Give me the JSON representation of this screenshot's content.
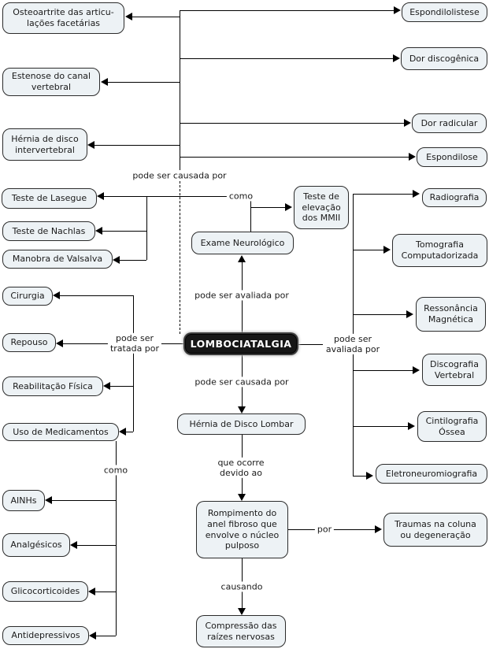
{
  "diagram_title": "LOMBOCIATALGIA",
  "nodes": {
    "lombociatalgia": "LOMBOCIATALGIA",
    "osteoartrite": "Osteoartrite das articu-\nlações facetárias",
    "estenose": "Estenose do canal\nvertebral",
    "hernia_intervertebral": "Hérnia de disco\nintervertebral",
    "espondilolistese": "Espondilolistese",
    "dor_discogenica": "Dor discogênica",
    "dor_radicular": "Dor radicular",
    "espondilose": "Espondilose",
    "teste_lasegue": "Teste de Lasegue",
    "teste_nachlas": "Teste de Nachlas",
    "manobra_valsalva": "Manobra de Valsalva",
    "teste_elevacao_mmii": "Teste de\nelevação\ndos MMII",
    "exame_neurologico": "Exame Neurológico",
    "radiografia": "Radiografia",
    "tomografia": "Tomografia\nComputadorizada",
    "ressonancia": "Ressonância\nMagnética",
    "discografia": "Discografia\nVertebral",
    "cintilografia": "Cintilografia\nÓssea",
    "eletroneuromiografia": "Eletroneuromiografia",
    "cirurgia": "Cirurgia",
    "repouso": "Repouso",
    "reabilitacao": "Reabilitação Física",
    "uso_medicamentos": "Uso de Medicamentos",
    "hernia_lombar": "Hérnia de Disco Lombar",
    "ainhs": "AINHs",
    "analgesicos": "Analgésicos",
    "glicocorticoides": "Glicocorticoides",
    "antidepressivos": "Antidepressivos",
    "rompimento": "Rompimento do\nanel fibroso que\nenvolve o núcleo\npulposo",
    "traumas": "Traumas na coluna\nou degeneração",
    "compressao": "Compressão das\nraízes nervosas"
  },
  "labels": {
    "causada_top": "pode ser causada por",
    "como_testes": "como",
    "avaliada_centro": "pode ser avaliada por",
    "tratada": "pode ser\ntratada por",
    "avaliada_direita": "pode ser\navaliada por",
    "causada_baixo": "pode ser causada por",
    "que_ocorre": "que ocorre\ndevido ao",
    "por": "por",
    "causando": "causando",
    "como_medicamentos": "como"
  },
  "colors": {
    "background": "#ffffff",
    "node_fill": "#edf2f5",
    "node_border": "#2b2b2b",
    "node_text": "#1a1a1a",
    "root_fill": "#161616",
    "root_text": "#ffffff",
    "line": "#000000"
  }
}
